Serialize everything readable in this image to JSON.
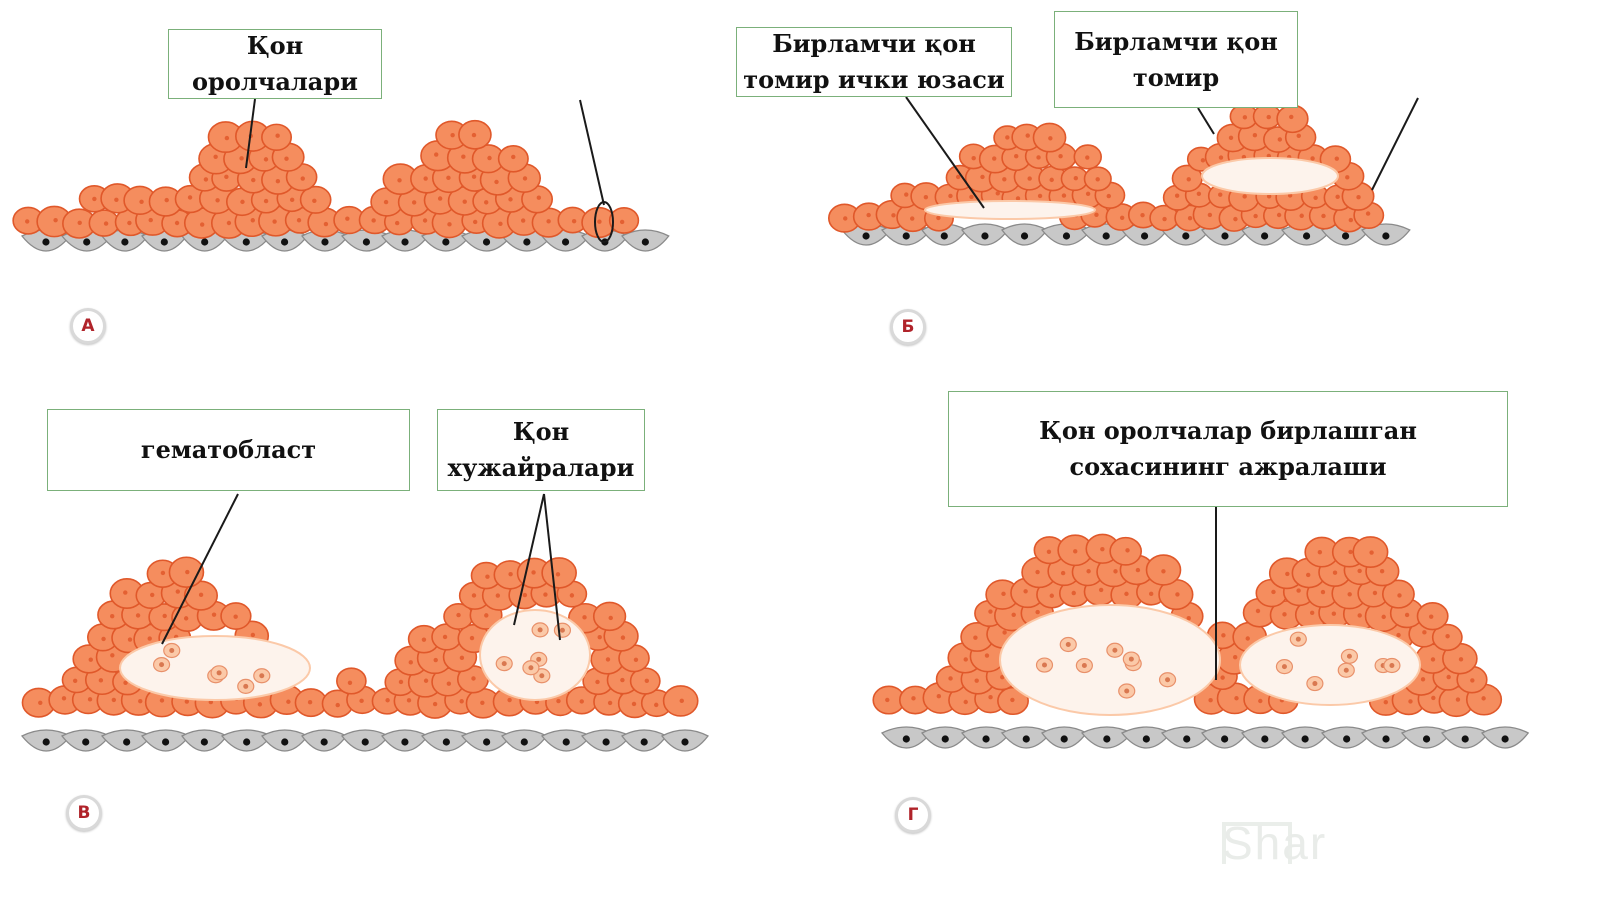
{
  "colors": {
    "cell_fill": "#f58d5e",
    "cell_stroke": "#e0582a",
    "cell_light": "#fbc9a8",
    "endoderm_fill": "#c8c8c8",
    "endoderm_stroke": "#8a8a8a",
    "nucleus": "#111111",
    "label_border": "#7bb07a",
    "badge_text": "#b0232a"
  },
  "panels": [
    {
      "id": "A",
      "badge": "А",
      "labels": [
        {
          "id": "blood-islands",
          "text": "Қон\nоролчалари"
        }
      ]
    },
    {
      "id": "B",
      "badge": "Б",
      "labels": [
        {
          "id": "primary-vessel-inner-surface",
          "text": "Бирламчи қон\nтомир ички юзаси"
        },
        {
          "id": "primary-vessel",
          "text": "Бирламчи қон\nтомир"
        }
      ]
    },
    {
      "id": "C",
      "badge": "В",
      "labels": [
        {
          "id": "hematoblast",
          "text": "гематобласт"
        },
        {
          "id": "blood-cells",
          "text": "Қон\nхужайралари"
        }
      ]
    },
    {
      "id": "D",
      "badge": "Г",
      "labels": [
        {
          "id": "islands-merge-separation",
          "text": "Қон оролчалар бирлашган\nсохасининг ажралаши"
        }
      ]
    }
  ],
  "watermark": "Shar"
}
